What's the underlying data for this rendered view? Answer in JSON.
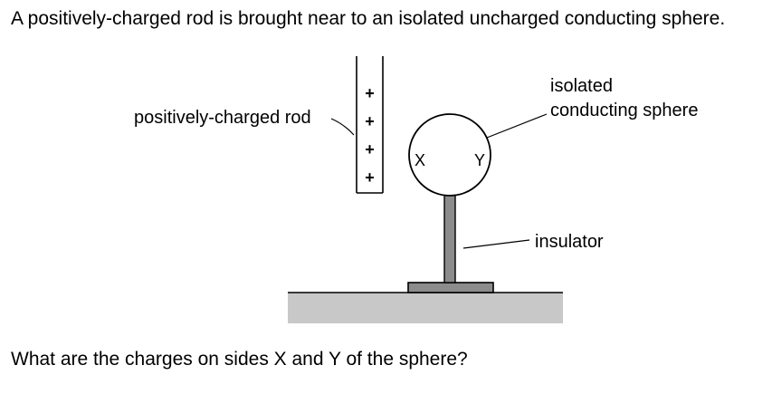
{
  "question": {
    "intro": "A positively-charged rod is brought near to an isolated uncharged conducting sphere.",
    "prompt": "What are the charges on sides X and Y of the sphere?"
  },
  "diagram": {
    "labels": {
      "rod": "positively-charged rod",
      "sphere_line1": "isolated",
      "sphere_line2": "conducting sphere",
      "insulator": "insulator"
    },
    "rod_charge_symbol": "+",
    "rod_charge_count": 4,
    "side_x": "X",
    "side_y": "Y",
    "colors": {
      "line": "#000000",
      "insulator_fill": "#8c8c8c",
      "ground_fill": "#c8c8c8"
    }
  }
}
